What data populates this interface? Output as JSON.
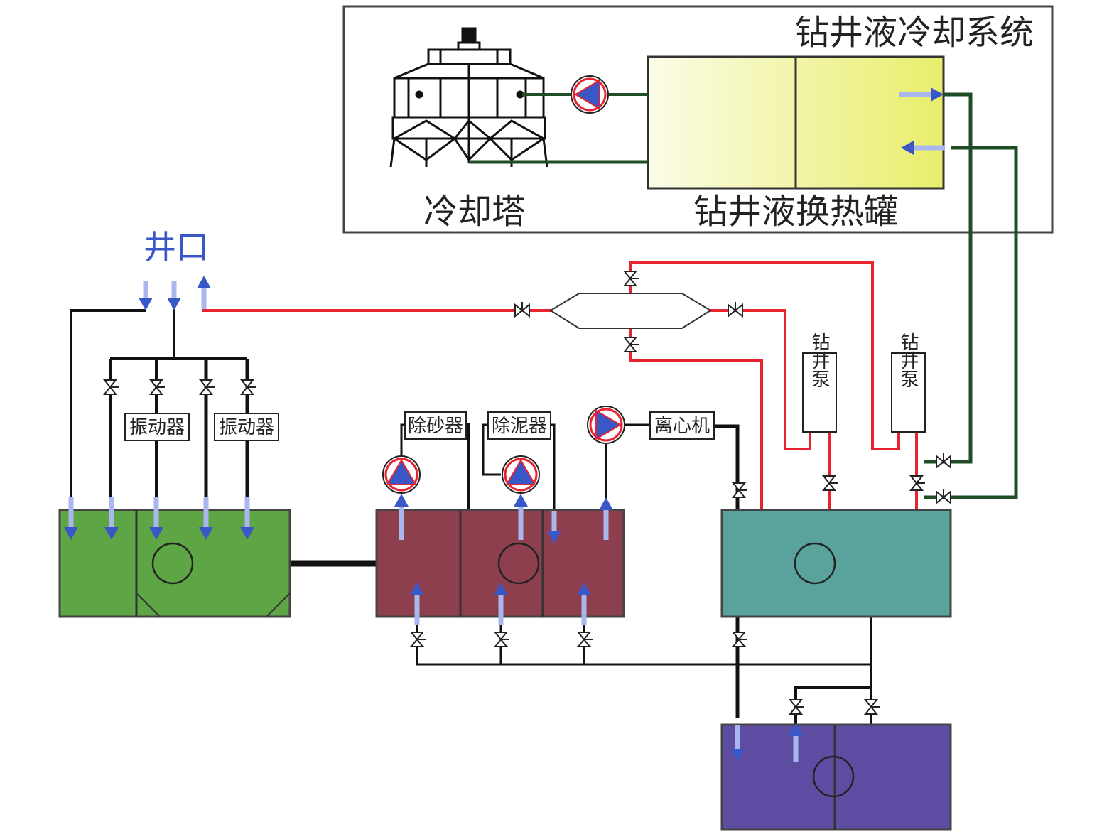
{
  "system_title": "钻井液冷却系统",
  "cooling_tower_label": "冷却塔",
  "heat_exchange_tank_label": "钻井液换热罐",
  "wellhead_label": "井口",
  "equipment": {
    "shaker_1": "振动器",
    "shaker_2": "振动器",
    "desander": "除砂器",
    "desilter": "除泥器",
    "centrifuge": "离心机",
    "mud_pump_1": "钻井泵",
    "mud_pump_2": "钻井泵"
  },
  "colors": {
    "green_pipe": "#1f4d25",
    "red_pipe": "#e8222e",
    "black_pipe": "#111111",
    "arrow_blue": "#3a57c8",
    "wellhead_text": "#3a57c8",
    "tank_green": "#5ea545",
    "tank_maroon": "#8e3f4d",
    "tank_teal": "#5aa39c",
    "tank_purple": "#5e4ca3",
    "heat_tank_yellow": "#e8ee6a"
  }
}
